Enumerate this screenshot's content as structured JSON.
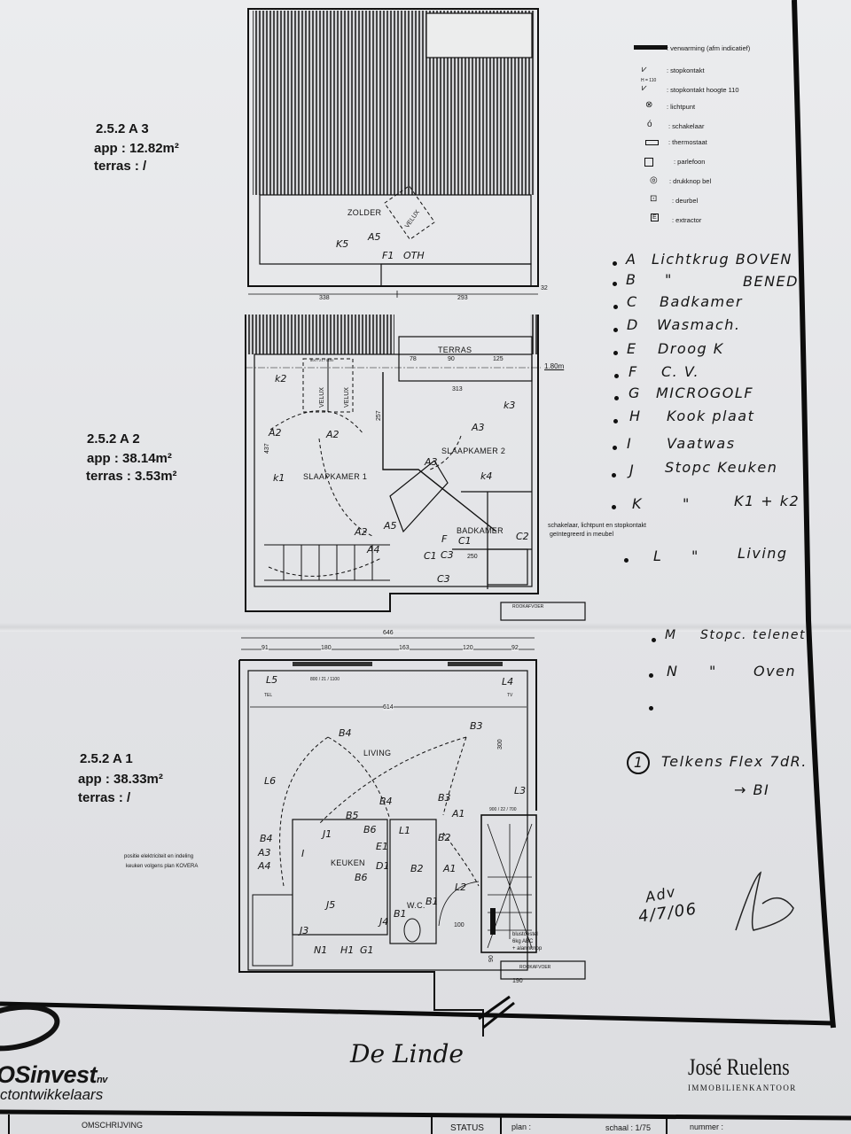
{
  "units": [
    {
      "id": "2.5.2 A 3",
      "app": "app : 12.82m²",
      "terras": "terras : /"
    },
    {
      "id": "2.5.2 A 2",
      "app": "app : 38.14m²",
      "terras": "terras : 3.53m²"
    },
    {
      "id": "2.5.2 A 1",
      "app": "app : 38.33m²",
      "terras": "terras : /"
    }
  ],
  "legend": [
    {
      "icon": "heating-bar-icon",
      "label": ": verwarming (afm indicatief)"
    },
    {
      "icon": "socket-icon",
      "label": ": stopkontakt"
    },
    {
      "icon": "socket-110-icon",
      "icon_text": "H = 110",
      "label": ": stopkontakt hoogte 110"
    },
    {
      "icon": "light-point-icon",
      "label": ": lichtpunt"
    },
    {
      "icon": "switch-icon",
      "label": ": schakelaar"
    },
    {
      "icon": "thermostat-icon",
      "label": ": thermostaat"
    },
    {
      "icon": "intercom-icon",
      "label": ": parlefoon"
    },
    {
      "icon": "bell-button-icon",
      "label": ": drukknop bel"
    },
    {
      "icon": "doorbell-icon",
      "label": ": deurbel"
    },
    {
      "icon": "extractor-icon",
      "icon_text": "E",
      "label": ": extractor"
    }
  ],
  "circuits": [
    {
      "letter": "A",
      "text": "Lichtkrug BOVEN",
      "extra": ""
    },
    {
      "letter": "B",
      "text": "\"",
      "extra": "BENED"
    },
    {
      "letter": "C",
      "text": "Badkamer",
      "extra": ""
    },
    {
      "letter": "D",
      "text": "Wasmach.",
      "extra": ""
    },
    {
      "letter": "E",
      "text": "Droog K",
      "extra": ""
    },
    {
      "letter": "F",
      "text": "C. V.",
      "extra": ""
    },
    {
      "letter": "G",
      "text": "MICROGOLF",
      "extra": ""
    },
    {
      "letter": "H",
      "text": "Kook plaat",
      "extra": ""
    },
    {
      "letter": "I",
      "text": "Vaatwas",
      "extra": ""
    },
    {
      "letter": "J",
      "text": "Stopc Keuken",
      "extra": ""
    },
    {
      "letter": "K",
      "text": "\"",
      "extra": "K1 + k2"
    },
    {
      "letter": "L",
      "text": "\"",
      "extra": "Living"
    },
    {
      "letter": "M",
      "text": "Stopc. telenet",
      "extra": ""
    },
    {
      "letter": "N",
      "text": "\"",
      "extra": "Oven"
    }
  ],
  "note_flex": {
    "num": "1",
    "text": "Telkens Flex 7dR.",
    "arrow": "→ BI"
  },
  "signature": {
    "line1": "Adv",
    "date": "4/7/06"
  },
  "plan": {
    "top": {
      "rooms": [
        "ZOLDER"
      ],
      "labels": [
        "K5",
        "A5",
        "F1",
        "OTH",
        "VELUX"
      ],
      "dims": [
        "338",
        "293",
        "32"
      ]
    },
    "mid": {
      "rooms": [
        "TERRAS",
        "SLAAPKAMER 1",
        "SLAAPKAMER 2",
        "BADKAMER",
        "ROOKAFVOER"
      ],
      "labels": [
        "k2",
        "k3",
        "A3",
        "A3",
        "A2",
        "A2",
        "k1",
        "k4",
        "A5",
        "A2",
        "A4",
        "C1",
        "F",
        "C3",
        "C1",
        "C3",
        "C2",
        "VELUX",
        "VELUX"
      ],
      "dims": [
        "1.80m",
        "78",
        "90",
        "125",
        "313",
        "257",
        "437",
        "250",
        "800 / 21 / 1100"
      ],
      "note": [
        "schakelaar, lichtpunt en stopkontakt",
        "geïntegreerd in meubel"
      ]
    },
    "bottom": {
      "rooms": [
        "LIVING",
        "KEUKEN",
        "W.C.",
        "ROOKAFVOER"
      ],
      "labels": [
        "L5",
        "L4",
        "B4",
        "B3",
        "L6",
        "L3",
        "B4",
        "B5",
        "B6",
        "B3",
        "A1",
        "L1",
        "B2",
        "E1",
        "D1",
        "B6",
        "B2",
        "A1",
        "L2",
        "B1",
        "B1",
        "J1",
        "I",
        "B4",
        "A3",
        "A4",
        "J5",
        "J3",
        "J4",
        "N1",
        "H1",
        "G1",
        "TEL",
        "TV"
      ],
      "dims": [
        "646",
        "91",
        "180",
        "163",
        "120",
        "92",
        "614",
        "300",
        "800 / 21 / 1100",
        "900 / 22 / 700",
        "100",
        "190",
        "90"
      ],
      "note_left": [
        "positie elektriciteit en indeling",
        "keuken volgens plan KOVERA"
      ],
      "note_ext": [
        "blustoestel",
        "6kg ABC",
        "+ alarmknop"
      ]
    }
  },
  "footer": {
    "developer": "OSinvest",
    "developer_suffix": "nv",
    "developer_sub": "ctontwikkelaars",
    "project": "De Linde",
    "agency": "José Ruelens",
    "agency_sub": "IMMOBILIENKANTOOR",
    "table": {
      "omschrijving": "OMSCHRIJVING",
      "status": "STATUS",
      "plan": "plan :",
      "schaal": "schaal : 1/75",
      "nummer": "nummer :"
    }
  }
}
